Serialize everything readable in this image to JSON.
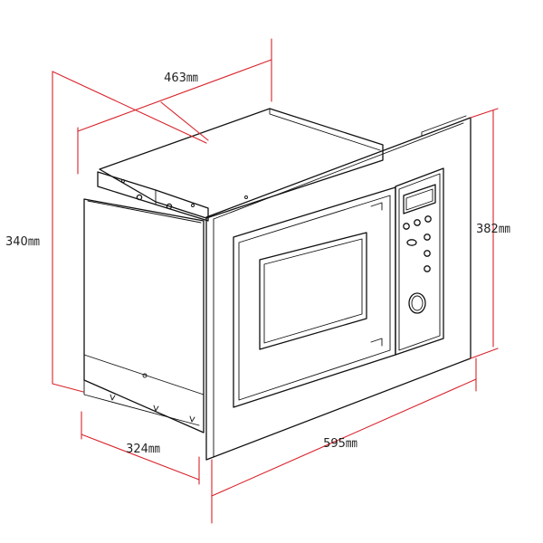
{
  "dimensions": {
    "top_width": "463㎜",
    "height_body": "340㎜",
    "height_frame": "382㎜",
    "depth": "324㎜",
    "front_width": "595㎜"
  },
  "colors": {
    "dimension_line": "#d9232b",
    "outline": "#111111",
    "background": "#ffffff"
  }
}
